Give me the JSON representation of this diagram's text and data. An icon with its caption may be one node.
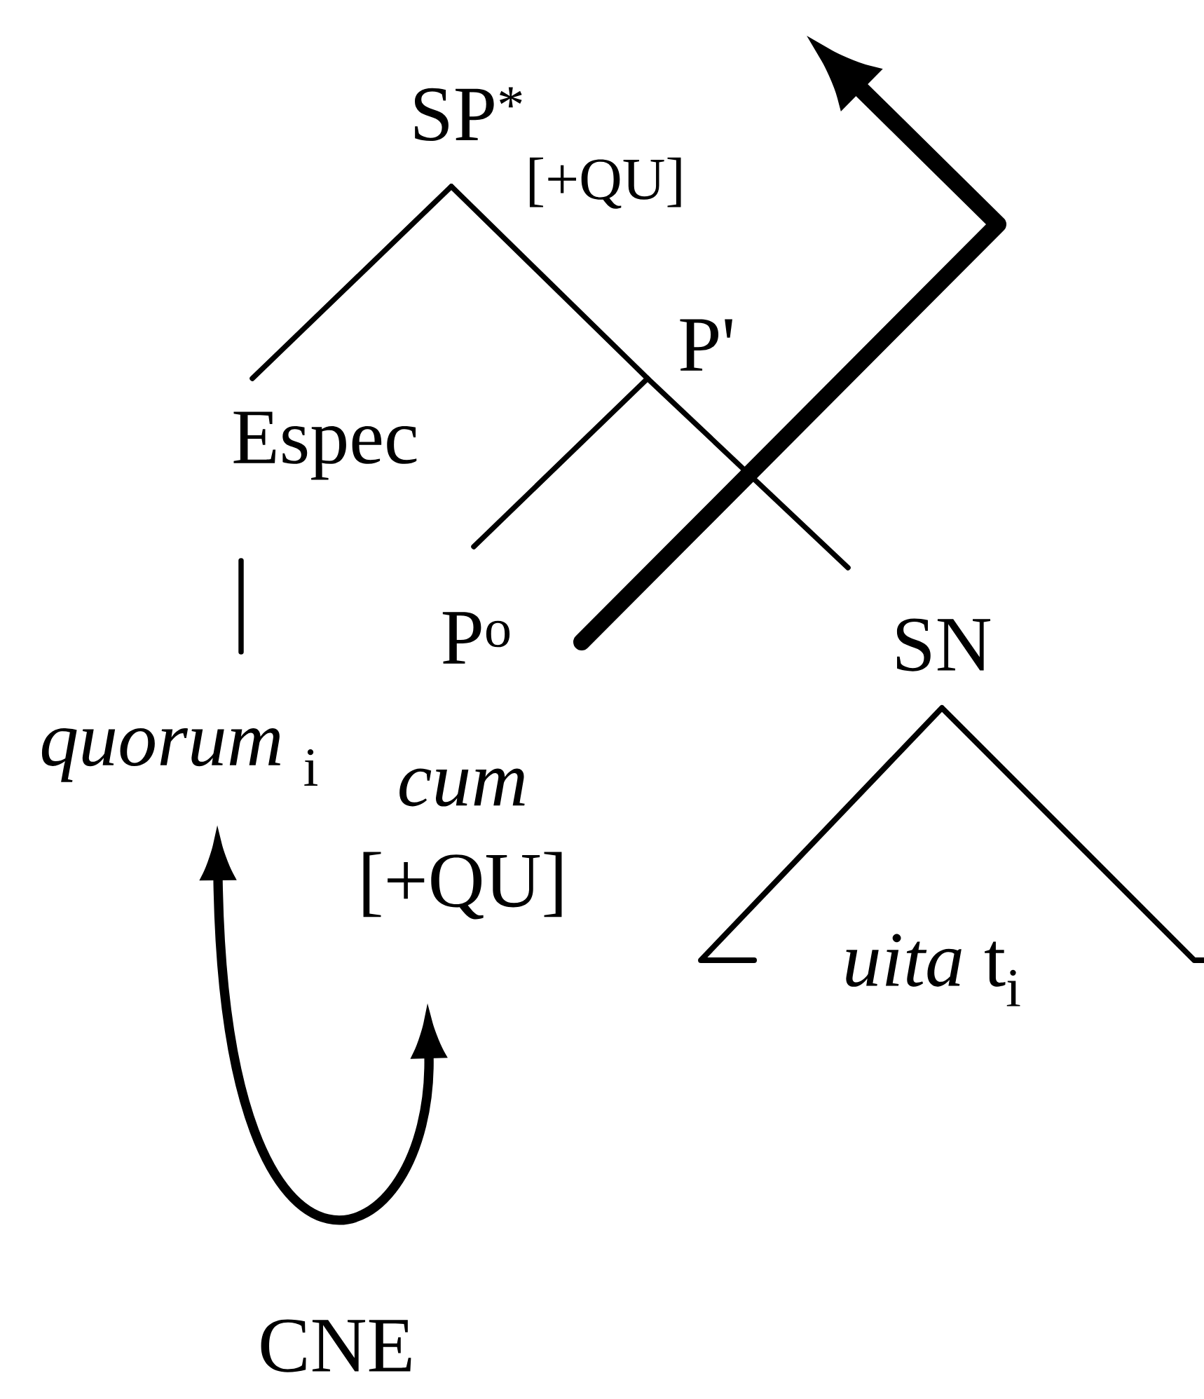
{
  "diagram": {
    "nodes": [
      {
        "text": [
          "SP$^{*}$",
          "[+QU]"
        ]
      },
      {
        "text": [
          "Espec"
        ]
      },
      {
        "text": [
          "P'"
        ]
      },
      {
        "text": [
          "*quorum* $_{i}$"
        ]
      },
      {
        "text": [
          "P$^{o}$"
        ]
      },
      {
        "text": [
          "SN"
        ]
      },
      {
        "text": [
          "cum",
          "[+QU]"
        ]
      },
      {
        "text": [
          "*uita*  t$_{i}$"
        ]
      }
    ],
    "edges": [
      {
        "from": 0,
        "to": 1,
        "arrow": "none"
      },
      {
        "from": 0,
        "to": 2,
        "arrow": "none"
      },
      {
        "from": 2,
        "to": 4,
        "arrow": "none"
      },
      {
        "from": 2,
        "to": 5,
        "arrow": "none"
      },
      {
        "from": 1,
        "to": 3,
        "arrow": "none"
      },
      {
        "from": 4,
        "to": null,
        "arrow": "to",
        "style": "thick"
      },
      {
        "from": 3,
        "to": 6,
        "arrow": "both",
        "label": "CNE"
      }
    ]
  }
}
